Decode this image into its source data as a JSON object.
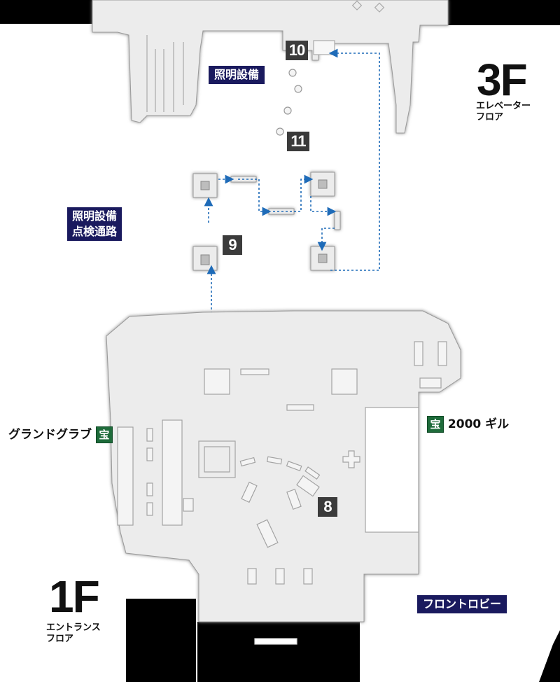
{
  "floors": {
    "upper": {
      "number": "3F",
      "name_line1": "エレベーター",
      "name_line2": "フロア"
    },
    "lower": {
      "number": "1F",
      "name_line1": "エントランス",
      "name_line2": "フロア"
    }
  },
  "areas": {
    "lighting": "照明設備",
    "lighting_passage_line1": "照明設備",
    "lighting_passage_line2": "点検通路",
    "front_lobby": "フロントロビー"
  },
  "route_markers": [
    "8",
    "9",
    "10",
    "11"
  ],
  "treasures": [
    {
      "icon": "宝",
      "name": "グランドグラブ"
    },
    {
      "icon": "宝",
      "name": "2000 ギル"
    }
  ],
  "colors": {
    "floor_fill": "#ececec",
    "wall_outline": "#9a9a9a",
    "void": "#000000",
    "label_bg": "#1a1a5e",
    "treasure_bg": "#1e6b3a",
    "marker_bg": "#3b3b3b",
    "route_line": "#1e6bb8"
  }
}
